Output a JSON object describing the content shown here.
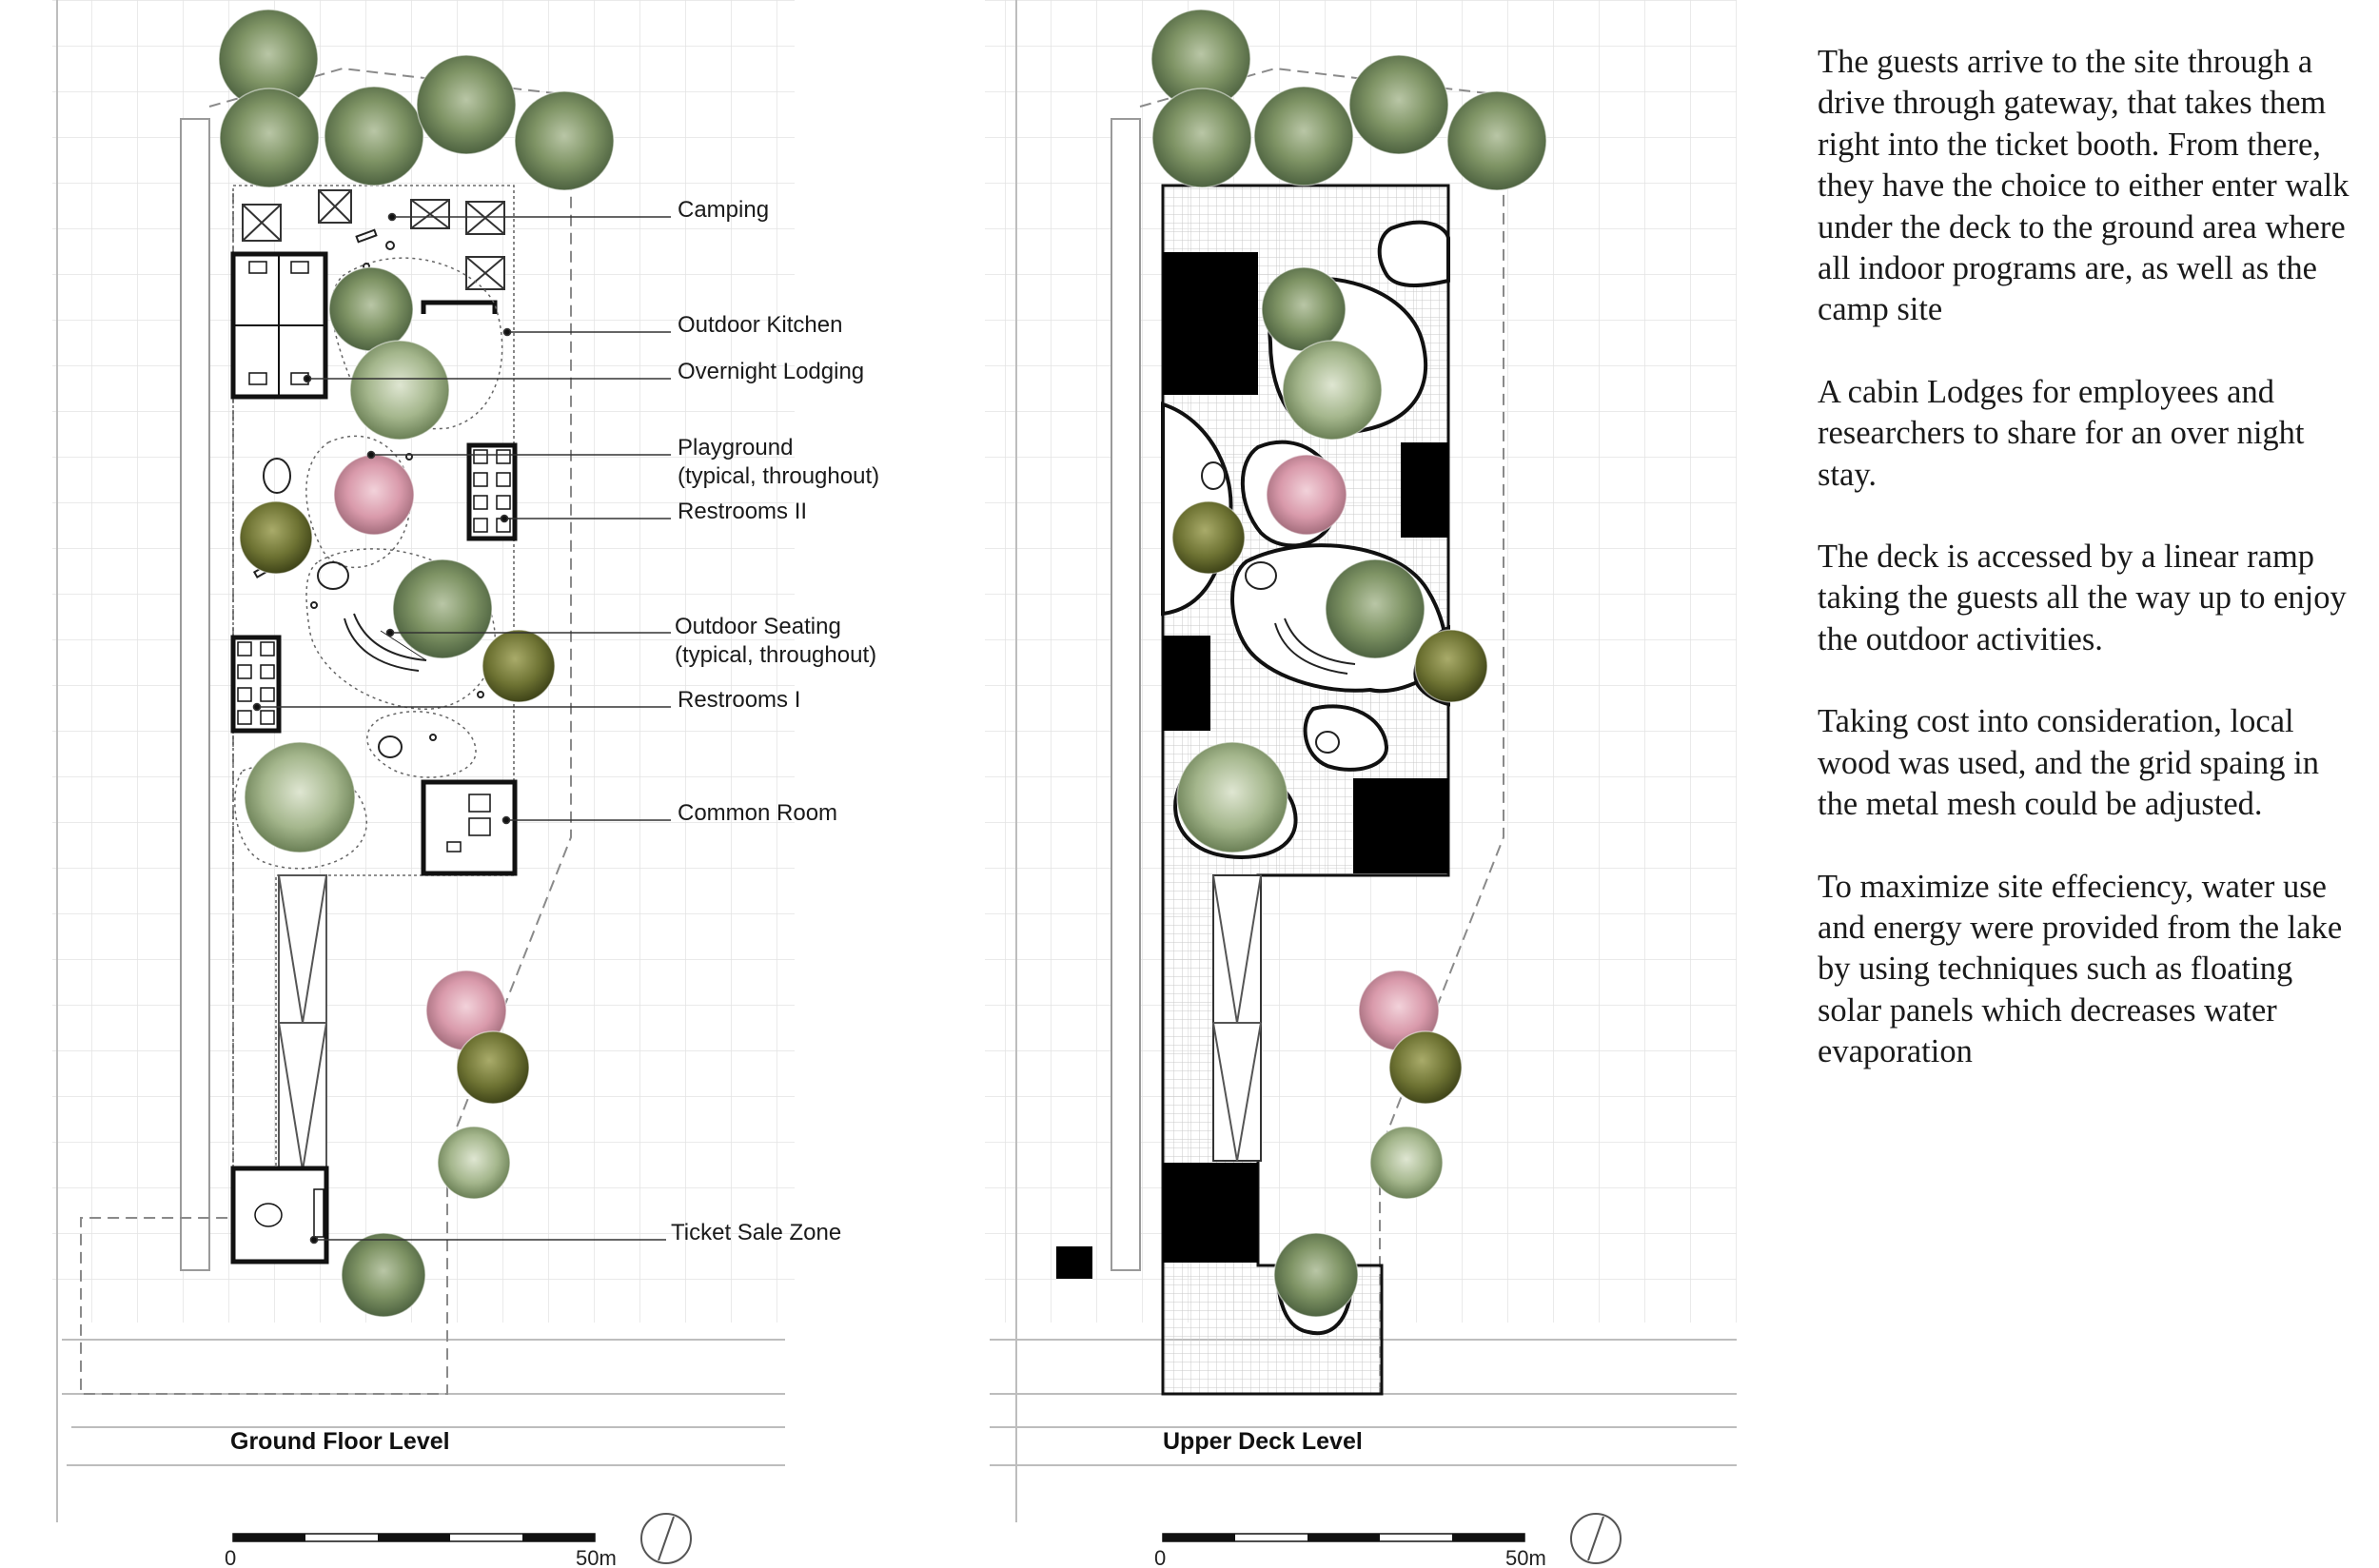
{
  "ground_floor": {
    "title": "Ground Floor Level",
    "labels": {
      "camping": "Camping",
      "outdoor_kitchen": "Outdoor Kitchen",
      "overnight_lodging": "Overnight Lodging",
      "playground_1": "Playground",
      "playground_2": "(typical, throughout)",
      "restrooms_ii": "Restrooms II",
      "outdoor_seating_1": "Outdoor Seating",
      "outdoor_seating_2": "(typical, throughout)",
      "restrooms_i": "Restrooms I",
      "common_room": "Common Room",
      "ticket_sale_zone": "Ticket Sale Zone"
    },
    "scale_start": "0",
    "scale_end": "50m"
  },
  "upper_deck": {
    "title": "Upper Deck Level",
    "scale_start": "0",
    "scale_end": "50m"
  },
  "description": [
    "The guests arrive to the site through a drive through gateway, that takes them right into the ticket booth. From there, they have the choice to either enter walk under the deck to the ground area where all indoor programs are, as well as the camp site",
    "A cabin Lodges for employees and researchers to share for an over night stay.",
    "The deck is accessed by a linear ramp taking the guests all the way up to enjoy the outdoor activities.",
    "Taking cost into consideration, local wood was used, and the grid spaing in the metal mesh could be adjusted.",
    "To maximize site effeciency, water use and energy were provided from the lake by using techniques such as floating solar panels which decreases water evaporation"
  ],
  "colors": {
    "grid": "#e2e2e2",
    "tree_green": "#7b8f5f",
    "tree_dark": "#6f7534",
    "tree_pink": "#d89aaa",
    "ink": "#111111"
  }
}
